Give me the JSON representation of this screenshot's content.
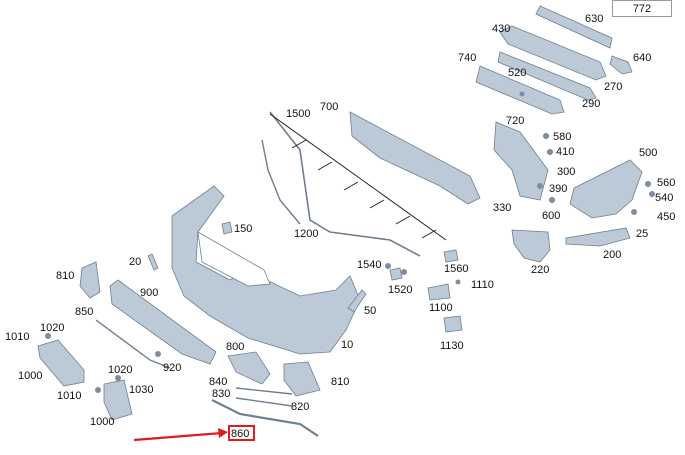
{
  "diagram_number": "772",
  "highlighted_part": "860",
  "colors": {
    "part_fill": "#bcc9d6",
    "part_stroke": "#6f7f90",
    "part_dark": "#7d8da0",
    "leader": "#222222",
    "highlight": "#e01b1b"
  },
  "parts": [
    {
      "id": "p630",
      "label": "630"
    },
    {
      "id": "p430",
      "label": "430"
    },
    {
      "id": "p740",
      "label": "740"
    },
    {
      "id": "p520",
      "label": "520"
    },
    {
      "id": "p640",
      "label": "640"
    },
    {
      "id": "p270",
      "label": "270"
    },
    {
      "id": "p290",
      "label": "290"
    },
    {
      "id": "p700",
      "label": "700"
    },
    {
      "id": "p1500",
      "label": "1500"
    },
    {
      "id": "p720",
      "label": "720"
    },
    {
      "id": "p580",
      "label": "580"
    },
    {
      "id": "p410",
      "label": "410"
    },
    {
      "id": "p500",
      "label": "500"
    },
    {
      "id": "p300",
      "label": "300"
    },
    {
      "id": "p560",
      "label": "560"
    },
    {
      "id": "p390",
      "label": "390"
    },
    {
      "id": "p540",
      "label": "540"
    },
    {
      "id": "p330",
      "label": "330"
    },
    {
      "id": "p600",
      "label": "600"
    },
    {
      "id": "p450",
      "label": "450"
    },
    {
      "id": "p25",
      "label": "25"
    },
    {
      "id": "p150",
      "label": "150"
    },
    {
      "id": "p1200",
      "label": "1200"
    },
    {
      "id": "p200",
      "label": "200"
    },
    {
      "id": "p220",
      "label": "220"
    },
    {
      "id": "p20",
      "label": "20"
    },
    {
      "id": "p1540",
      "label": "1540"
    },
    {
      "id": "p1560",
      "label": "1560"
    },
    {
      "id": "p810a",
      "label": "810"
    },
    {
      "id": "p900",
      "label": "900"
    },
    {
      "id": "p1520",
      "label": "1520"
    },
    {
      "id": "p1110",
      "label": "1110"
    },
    {
      "id": "p850",
      "label": "850"
    },
    {
      "id": "p50",
      "label": "50"
    },
    {
      "id": "p1100",
      "label": "1100"
    },
    {
      "id": "p1020a",
      "label": "1020"
    },
    {
      "id": "p1010a",
      "label": "1010"
    },
    {
      "id": "p10",
      "label": "10"
    },
    {
      "id": "p1130",
      "label": "1130"
    },
    {
      "id": "p800",
      "label": "800"
    },
    {
      "id": "p920",
      "label": "920"
    },
    {
      "id": "p1000a",
      "label": "1000"
    },
    {
      "id": "p1020b",
      "label": "1020"
    },
    {
      "id": "p840",
      "label": "840"
    },
    {
      "id": "p810b",
      "label": "810"
    },
    {
      "id": "p1030",
      "label": "1030"
    },
    {
      "id": "p830",
      "label": "830"
    },
    {
      "id": "p1010b",
      "label": "1010"
    },
    {
      "id": "p820",
      "label": "820"
    },
    {
      "id": "p1000b",
      "label": "1000"
    }
  ]
}
